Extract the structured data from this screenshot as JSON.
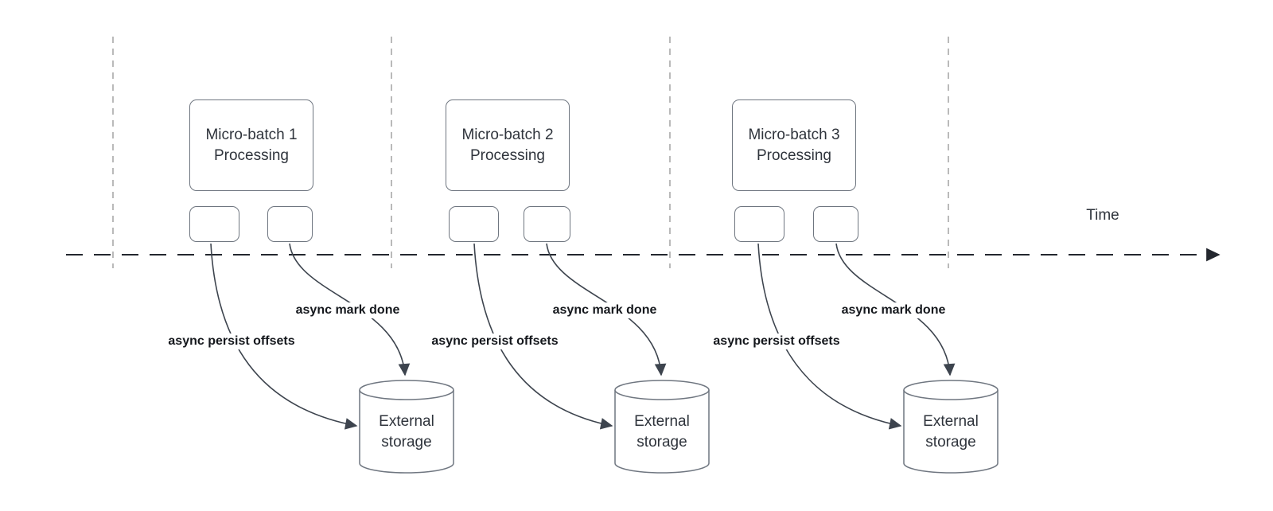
{
  "time_axis": {
    "label": "Time"
  },
  "groups": [
    {
      "box_line1": "Micro-batch 1",
      "box_line2": "Processing",
      "persist_label": "async persist offsets",
      "done_label": "async mark done",
      "storage_line1": "External",
      "storage_line2": "storage"
    },
    {
      "box_line1": "Micro-batch 2",
      "box_line2": "Processing",
      "persist_label": "async persist offsets",
      "done_label": "async mark done",
      "storage_line1": "External",
      "storage_line2": "storage"
    },
    {
      "box_line1": "Micro-batch 3",
      "box_line2": "Processing",
      "persist_label": "async persist offsets",
      "done_label": "async mark done",
      "storage_line1": "External",
      "storage_line2": "storage"
    }
  ],
  "colors": {
    "shape_border": "#6f7680",
    "arrow_curve": "#3d444e",
    "timeline": "#23272e",
    "guide_line": "#a8a8a8",
    "body_text": "#2f343c",
    "label_text": "#15181d",
    "background": "#ffffff"
  }
}
